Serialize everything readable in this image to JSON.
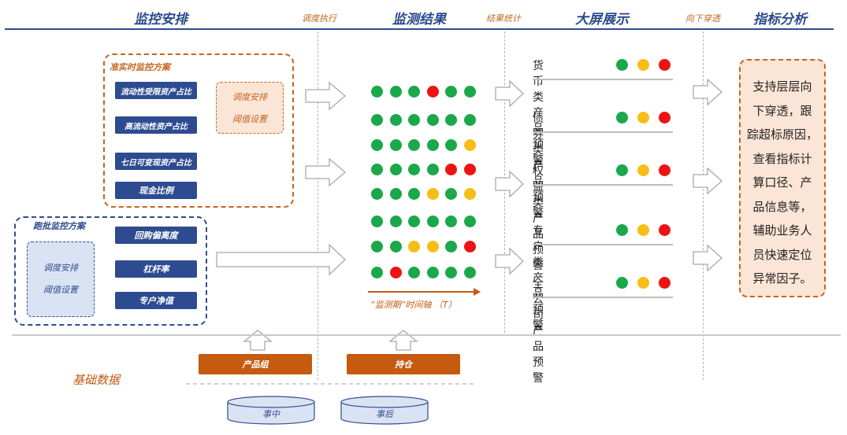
{
  "headers": {
    "monitor_schedule": "监控安排",
    "schedule_exec": "调度执行",
    "monitor_result": "监测结果",
    "result_stats": "结果统计",
    "big_screen": "大屏展示",
    "drill_down": "向下穿透",
    "indicator_analysis": "指标分析"
  },
  "near_real_time": {
    "title": "准实时监控方案",
    "items": [
      "流动性受限资产占比",
      "高流动性资产占比",
      "七日可变现资产占比",
      "现金比例"
    ],
    "settings": [
      "调度安排",
      "阈值设置"
    ]
  },
  "batch": {
    "title": "跑批监控方案",
    "items": [
      "回购偏离度",
      "杠杆率",
      "专户净值"
    ],
    "settings": [
      "调度安排",
      "阈值设置"
    ]
  },
  "dots": [
    [
      "g",
      "g",
      "g",
      "r",
      "g",
      "g"
    ],
    [
      "g",
      "g",
      "g",
      "g",
      "g",
      "g"
    ],
    [
      "g",
      "g",
      "g",
      "g",
      "g",
      "y"
    ],
    [
      "g",
      "g",
      "g",
      "g",
      "r",
      "r"
    ],
    [
      "g",
      "g",
      "g",
      "y",
      "g",
      "y"
    ],
    [
      "g",
      "g",
      "g",
      "g",
      "g",
      "g"
    ],
    [
      "g",
      "g",
      "y",
      "y",
      "g",
      "r"
    ],
    [
      "g",
      "r",
      "g",
      "g",
      "g",
      "g"
    ]
  ],
  "timeline_label": "“监测期”时间轴 （T）",
  "warnings": [
    {
      "label": "货币类产品预警",
      "dots": [
        "g",
        "y",
        "r"
      ]
    },
    {
      "label": "债券类产品预警",
      "dots": [
        "g",
        "y",
        "r"
      ]
    },
    {
      "label": "权益类产品预警",
      "dots": [
        "g",
        "y",
        "r"
      ]
    },
    {
      "label": "专户类产品预警",
      "dots": [
        "g",
        "y",
        "r"
      ]
    },
    {
      "label": "全公司产品预警",
      "dots": [
        "g",
        "y",
        "r"
      ]
    }
  ],
  "analysis_lines": [
    "支持层层向",
    "下穿透，跟",
    "踪超标原因，",
    "查看指标计",
    "算口径、产",
    "品信息等，",
    "辅助业务人",
    "员快速定位",
    "异常因子。"
  ],
  "base": {
    "label": "基础数据",
    "product_group": "产品组",
    "holdings": "持仓",
    "db_in": "事中",
    "db_after": "事后"
  },
  "colors": {
    "navy": "#2d4b90",
    "orange": "#c55a11",
    "green": "#1aa84a",
    "yellow": "#f6be16",
    "red": "#ee1313"
  }
}
